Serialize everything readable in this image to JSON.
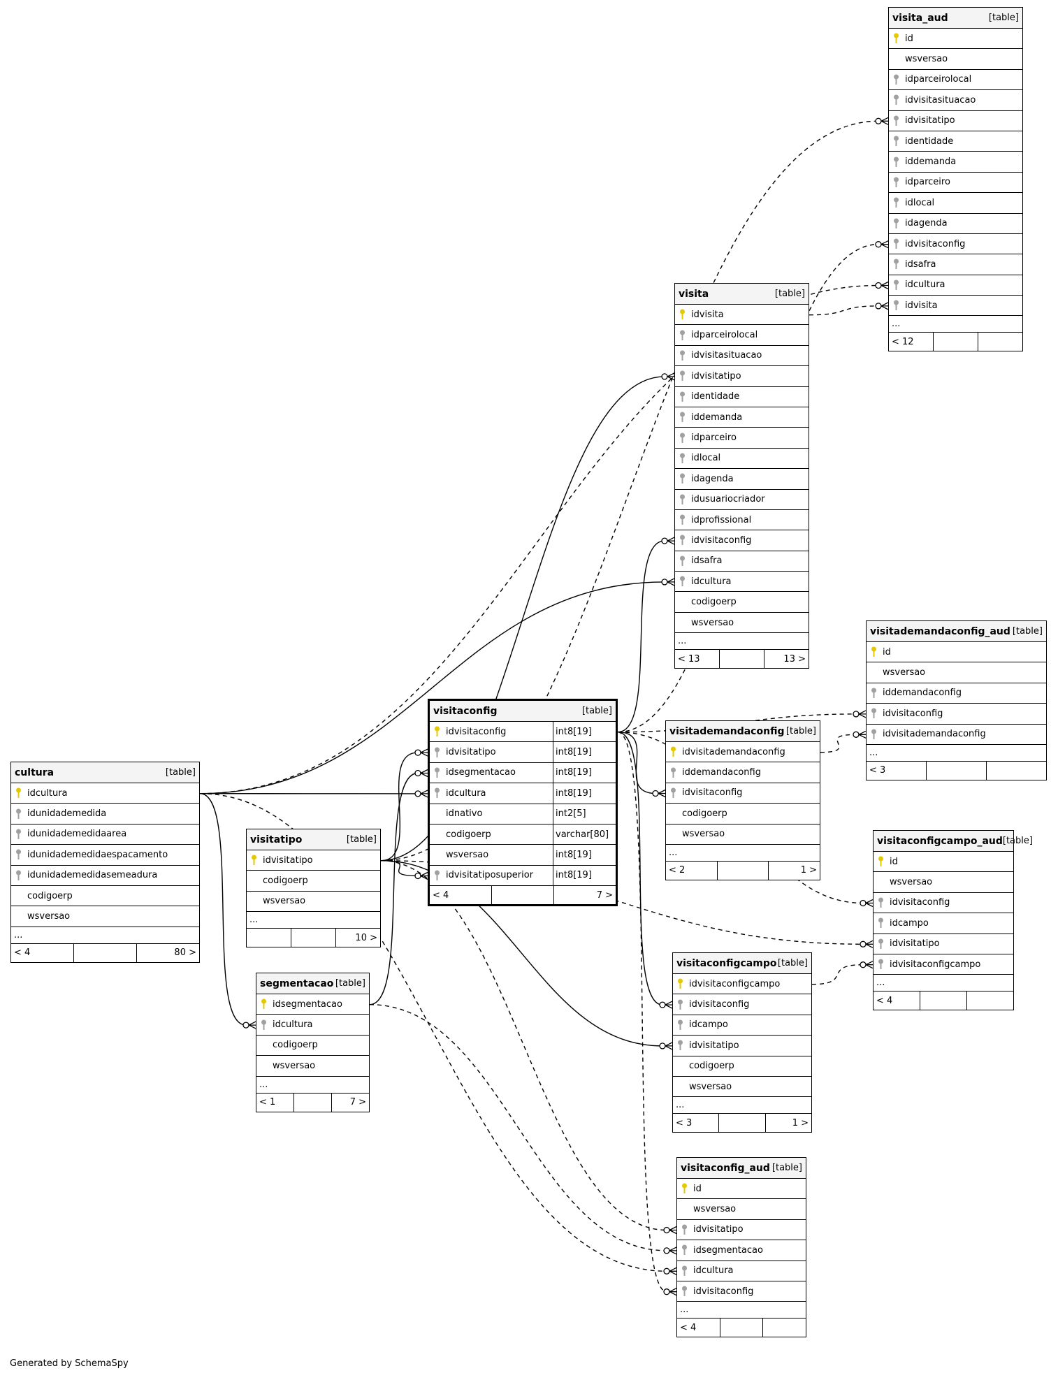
{
  "footer": "Generated by SchemaSpy",
  "colors": {
    "pk_key": "#e6c800",
    "fk_key": "#a0a0a0",
    "line": "#000000"
  },
  "tables": [
    {
      "id": "visita_aud",
      "name": "visita_aud",
      "kind": "[table]",
      "columns": [
        {
          "name": "id",
          "key": "pk"
        },
        {
          "name": "wsversao",
          "key": ""
        },
        {
          "name": "idparceirolocal",
          "key": "fk"
        },
        {
          "name": "idvisitasituacao",
          "key": "fk"
        },
        {
          "name": "idvisitatipo",
          "key": "fk"
        },
        {
          "name": "identidade",
          "key": "fk"
        },
        {
          "name": "iddemanda",
          "key": "fk"
        },
        {
          "name": "idparceiro",
          "key": "fk"
        },
        {
          "name": "idlocal",
          "key": "fk"
        },
        {
          "name": "idagenda",
          "key": "fk"
        },
        {
          "name": "idvisitaconfig",
          "key": "fk"
        },
        {
          "name": "idsafra",
          "key": "fk"
        },
        {
          "name": "idcultura",
          "key": "fk"
        },
        {
          "name": "idvisita",
          "key": "fk"
        }
      ],
      "more": "...",
      "footer": [
        "< 12",
        "",
        ""
      ]
    },
    {
      "id": "visita",
      "name": "visita",
      "kind": "[table]",
      "columns": [
        {
          "name": "idvisita",
          "key": "pk"
        },
        {
          "name": "idparceirolocal",
          "key": "fk"
        },
        {
          "name": "idvisitasituacao",
          "key": "fk"
        },
        {
          "name": "idvisitatipo",
          "key": "fk"
        },
        {
          "name": "identidade",
          "key": "fk"
        },
        {
          "name": "iddemanda",
          "key": "fk"
        },
        {
          "name": "idparceiro",
          "key": "fk"
        },
        {
          "name": "idlocal",
          "key": "fk"
        },
        {
          "name": "idagenda",
          "key": "fk"
        },
        {
          "name": "idusuariocriador",
          "key": "fk"
        },
        {
          "name": "idprofissional",
          "key": "fk"
        },
        {
          "name": "idvisitaconfig",
          "key": "fk"
        },
        {
          "name": "idsafra",
          "key": "fk"
        },
        {
          "name": "idcultura",
          "key": "fk"
        },
        {
          "name": "codigoerp",
          "key": ""
        },
        {
          "name": "wsversao",
          "key": ""
        }
      ],
      "more": "...",
      "footer": [
        "< 13",
        "",
        "13 >"
      ]
    },
    {
      "id": "visitademandaconfig_aud",
      "name": "visitademandaconfig_aud",
      "kind": "[table]",
      "columns": [
        {
          "name": "id",
          "key": "pk"
        },
        {
          "name": "wsversao",
          "key": ""
        },
        {
          "name": "iddemandaconfig",
          "key": "fk"
        },
        {
          "name": "idvisitaconfig",
          "key": "fk"
        },
        {
          "name": "idvisitademandaconfig",
          "key": "fk"
        }
      ],
      "more": "...",
      "footer": [
        "< 3",
        "",
        ""
      ]
    },
    {
      "id": "visitaconfig",
      "name": "visitaconfig",
      "kind": "[table]",
      "focus": true,
      "columns": [
        {
          "name": "idvisitaconfig",
          "key": "pk",
          "type": "int8[19]"
        },
        {
          "name": "idvisitatipo",
          "key": "fk",
          "type": "int8[19]"
        },
        {
          "name": "idsegmentacao",
          "key": "fk",
          "type": "int8[19]"
        },
        {
          "name": "idcultura",
          "key": "fk",
          "type": "int8[19]"
        },
        {
          "name": "idnativo",
          "key": "",
          "type": "int2[5]"
        },
        {
          "name": "codigoerp",
          "key": "",
          "type": "varchar[80]"
        },
        {
          "name": "wsversao",
          "key": "",
          "type": "int8[19]"
        },
        {
          "name": "idvisitatiposuperior",
          "key": "fk",
          "type": "int8[19]"
        }
      ],
      "footer": [
        "< 4",
        "",
        "7 >"
      ]
    },
    {
      "id": "visitademandaconfig",
      "name": "visitademandaconfig",
      "kind": "[table]",
      "columns": [
        {
          "name": "idvisitademandaconfig",
          "key": "pk"
        },
        {
          "name": "iddemandaconfig",
          "key": "fk"
        },
        {
          "name": "idvisitaconfig",
          "key": "fk"
        },
        {
          "name": "codigoerp",
          "key": ""
        },
        {
          "name": "wsversao",
          "key": ""
        }
      ],
      "more": "...",
      "footer": [
        "< 2",
        "",
        "1 >"
      ]
    },
    {
      "id": "cultura",
      "name": "cultura",
      "kind": "[table]",
      "columns": [
        {
          "name": "idcultura",
          "key": "pk"
        },
        {
          "name": "idunidademedida",
          "key": "fk"
        },
        {
          "name": "idunidademedidaarea",
          "key": "fk"
        },
        {
          "name": "idunidademedidaespacamento",
          "key": "fk"
        },
        {
          "name": "idunidademedidasemeadura",
          "key": "fk"
        },
        {
          "name": "codigoerp",
          "key": ""
        },
        {
          "name": "wsversao",
          "key": ""
        }
      ],
      "more": "...",
      "footer": [
        "< 4",
        "",
        "80 >"
      ]
    },
    {
      "id": "visitatipo",
      "name": "visitatipo",
      "kind": "[table]",
      "columns": [
        {
          "name": "idvisitatipo",
          "key": "pk"
        },
        {
          "name": "codigoerp",
          "key": ""
        },
        {
          "name": "wsversao",
          "key": ""
        }
      ],
      "more": "...",
      "footer": [
        "",
        "",
        "10 >"
      ]
    },
    {
      "id": "visitaconfigcampo_aud",
      "name": "visitaconfigcampo_aud",
      "kind": "[table]",
      "columns": [
        {
          "name": "id",
          "key": "pk"
        },
        {
          "name": "wsversao",
          "key": ""
        },
        {
          "name": "idvisitaconfig",
          "key": "fk"
        },
        {
          "name": "idcampo",
          "key": "fk"
        },
        {
          "name": "idvisitatipo",
          "key": "fk"
        },
        {
          "name": "idvisitaconfigcampo",
          "key": "fk"
        }
      ],
      "more": "...",
      "footer": [
        "< 4",
        "",
        ""
      ]
    },
    {
      "id": "segmentacao",
      "name": "segmentacao",
      "kind": "[table]",
      "columns": [
        {
          "name": "idsegmentacao",
          "key": "pk"
        },
        {
          "name": "idcultura",
          "key": "fk"
        },
        {
          "name": "codigoerp",
          "key": ""
        },
        {
          "name": "wsversao",
          "key": ""
        }
      ],
      "more": "...",
      "footer": [
        "< 1",
        "",
        "7 >"
      ]
    },
    {
      "id": "visitaconfigcampo",
      "name": "visitaconfigcampo",
      "kind": "[table]",
      "columns": [
        {
          "name": "idvisitaconfigcampo",
          "key": "pk"
        },
        {
          "name": "idvisitaconfig",
          "key": "fk"
        },
        {
          "name": "idcampo",
          "key": "fk"
        },
        {
          "name": "idvisitatipo",
          "key": "fk"
        },
        {
          "name": "codigoerp",
          "key": ""
        },
        {
          "name": "wsversao",
          "key": ""
        }
      ],
      "more": "...",
      "footer": [
        "< 3",
        "",
        "1 >"
      ]
    },
    {
      "id": "visitaconfig_aud",
      "name": "visitaconfig_aud",
      "kind": "[table]",
      "columns": [
        {
          "name": "id",
          "key": "pk"
        },
        {
          "name": "wsversao",
          "key": ""
        },
        {
          "name": "idvisitatipo",
          "key": "fk"
        },
        {
          "name": "idsegmentacao",
          "key": "fk"
        },
        {
          "name": "idcultura",
          "key": "fk"
        },
        {
          "name": "idvisitaconfig",
          "key": "fk"
        }
      ],
      "more": "...",
      "footer": [
        "< 4",
        "",
        ""
      ]
    }
  ],
  "relationships": [
    {
      "from": "visita.idvisita",
      "to": "visita_aud.idvisita",
      "style": "dashed"
    },
    {
      "from": "visitatipo.idvisitatipo",
      "to": "visita_aud.idvisitatipo",
      "style": "dashed"
    },
    {
      "from": "visitaconfig.idvisitaconfig",
      "to": "visita_aud.idvisitaconfig",
      "style": "dashed"
    },
    {
      "from": "cultura.idcultura",
      "to": "visita_aud.idcultura",
      "style": "dashed"
    },
    {
      "from": "visitatipo.idvisitatipo",
      "to": "visita.idvisitatipo",
      "style": "solid"
    },
    {
      "from": "visitaconfig.idvisitaconfig",
      "to": "visita.idvisitaconfig",
      "style": "solid"
    },
    {
      "from": "cultura.idcultura",
      "to": "visita.idcultura",
      "style": "solid"
    },
    {
      "from": "visitaconfig.idvisitaconfig",
      "to": "visitademandaconfig_aud.idvisitaconfig",
      "style": "dashed"
    },
    {
      "from": "visitademandaconfig.idvisitademandaconfig",
      "to": "visitademandaconfig_aud.idvisitademandaconfig",
      "style": "dashed"
    },
    {
      "from": "visitaconfig.idvisitaconfig",
      "to": "visitademandaconfig.idvisitaconfig",
      "style": "solid"
    },
    {
      "from": "visitatipo.idvisitatipo",
      "to": "visitaconfig.idvisitatipo",
      "style": "solid"
    },
    {
      "from": "segmentacao.idsegmentacao",
      "to": "visitaconfig.idsegmentacao",
      "style": "solid"
    },
    {
      "from": "cultura.idcultura",
      "to": "visitaconfig.idcultura",
      "style": "solid"
    },
    {
      "from": "visitatipo.idvisitatipo",
      "to": "visitaconfig.idvisitatiposuperior",
      "style": "solid"
    },
    {
      "from": "cultura.idcultura",
      "to": "segmentacao.idcultura",
      "style": "solid"
    },
    {
      "from": "visitaconfig.idvisitaconfig",
      "to": "visitaconfigcampo_aud.idvisitaconfig",
      "style": "dashed"
    },
    {
      "from": "visitatipo.idvisitatipo",
      "to": "visitaconfigcampo_aud.idvisitatipo",
      "style": "dashed"
    },
    {
      "from": "visitaconfigcampo.idvisitaconfigcampo",
      "to": "visitaconfigcampo_aud.idvisitaconfigcampo",
      "style": "dashed"
    },
    {
      "from": "visitaconfig.idvisitaconfig",
      "to": "visitaconfigcampo.idvisitaconfig",
      "style": "solid"
    },
    {
      "from": "visitatipo.idvisitatipo",
      "to": "visitaconfigcampo.idvisitatipo",
      "style": "solid"
    },
    {
      "from": "visitatipo.idvisitatipo",
      "to": "visitaconfig_aud.idvisitatipo",
      "style": "dashed"
    },
    {
      "from": "segmentacao.idsegmentacao",
      "to": "visitaconfig_aud.idsegmentacao",
      "style": "dashed"
    },
    {
      "from": "cultura.idcultura",
      "to": "visitaconfig_aud.idcultura",
      "style": "dashed"
    },
    {
      "from": "visitaconfig.idvisitaconfig",
      "to": "visitaconfig_aud.idvisitaconfig",
      "style": "dashed"
    }
  ]
}
